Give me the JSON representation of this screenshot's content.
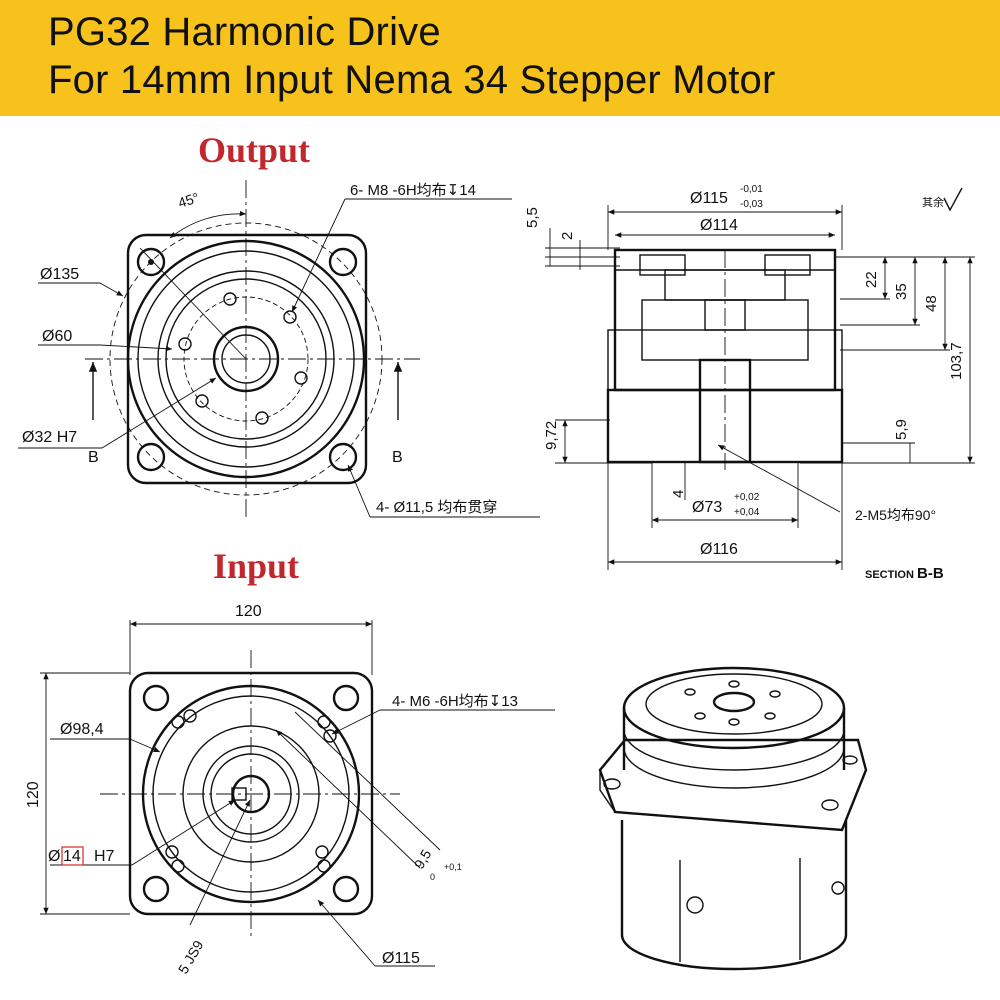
{
  "banner": {
    "title_line1": "PG32 Harmonic Drive",
    "title_line2": "For 14mm Input Nema 34 Stepper Motor",
    "background": "#f8c21c"
  },
  "output_view": {
    "title": "Output",
    "title_color": "#c2272d",
    "angle_label": "45°",
    "thread_callout": "6- M8 -6H均布↧14",
    "dia_135": "Ø135",
    "dia_60": "Ø60",
    "bore": "Ø32 H7",
    "section_mark_left": "B",
    "section_mark_right": "B",
    "hole_callout": "4- Ø11,5 均布贯穿"
  },
  "section_view": {
    "dia_115": "Ø115",
    "tol_115_upper": "-0,01",
    "tol_115_lower": "-0,03",
    "dia_114": "Ø114",
    "surface_mark": "其余",
    "dim_5_5": "5,5",
    "dim_2": "2",
    "dim_22": "22",
    "dim_35": "35",
    "dim_48": "48",
    "dim_103_7": "103,7",
    "dim_9_72": "9,72",
    "dim_5_9": "5,9",
    "dim_4": "4",
    "dia_73": "Ø73",
    "tol_73_upper": "+0,02",
    "tol_73_lower": "+0,04",
    "thread_m5": "2-M5均布90°",
    "dia_116": "Ø116",
    "section_label_prefix": "SECTION",
    "section_label_id": "B-B"
  },
  "input_view": {
    "title": "Input",
    "title_color": "#c2272d",
    "width_120": "120",
    "height_120": "120",
    "dia_98_4": "Ø98,4",
    "bore_14": "14",
    "bore_prefix": "Ø",
    "bore_fit": "H7",
    "thread_callout": "4- M6 -6H均布↧13",
    "keyway_9_5": "9,5",
    "keyway_tol_upper": "+0,1",
    "keyway_tol_lower": "0",
    "key_5": "5 JS9",
    "dia_115": "Ø115"
  }
}
